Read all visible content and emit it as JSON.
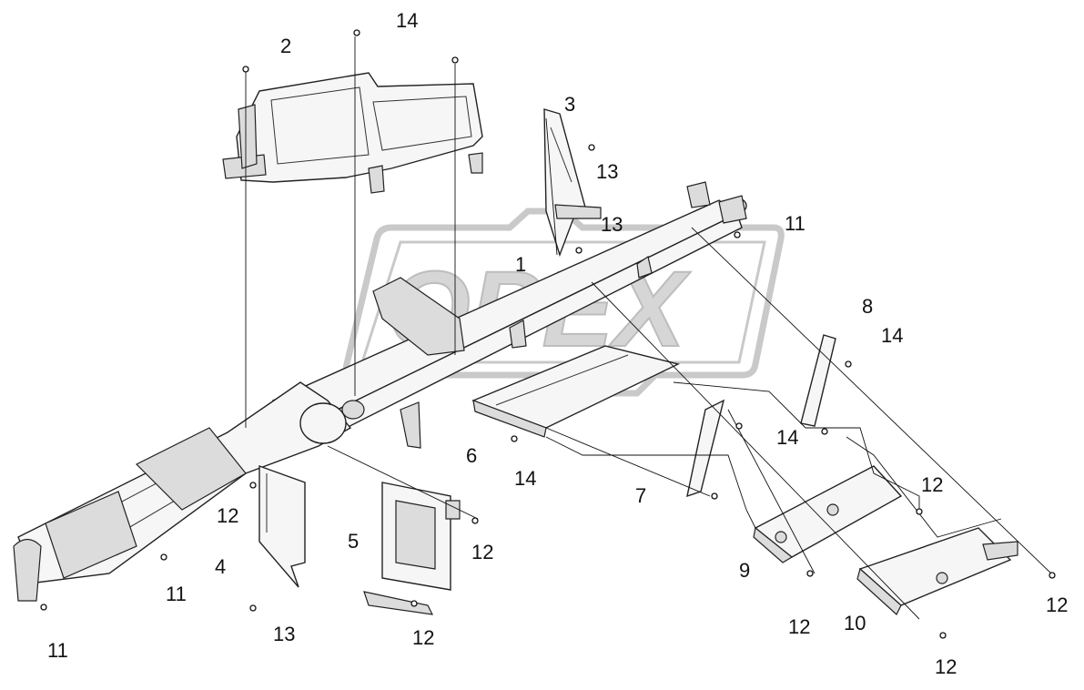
{
  "watermark": {
    "text": "OPEX"
  },
  "callouts": [
    {
      "id": "c1",
      "label": "1"
    },
    {
      "id": "c2",
      "label": "2"
    },
    {
      "id": "c3",
      "label": "3"
    },
    {
      "id": "c4",
      "label": "4"
    },
    {
      "id": "c5",
      "label": "5"
    },
    {
      "id": "c6",
      "label": "6"
    },
    {
      "id": "c7",
      "label": "7"
    },
    {
      "id": "c8",
      "label": "8"
    },
    {
      "id": "c9",
      "label": "9"
    },
    {
      "id": "c10",
      "label": "10"
    },
    {
      "id": "c11a",
      "label": "11"
    },
    {
      "id": "c11b",
      "label": "11"
    },
    {
      "id": "c11c",
      "label": "11"
    },
    {
      "id": "c12a",
      "label": "12"
    },
    {
      "id": "c12b",
      "label": "12"
    },
    {
      "id": "c12c",
      "label": "12"
    },
    {
      "id": "c12d",
      "label": "12"
    },
    {
      "id": "c12e",
      "label": "12"
    },
    {
      "id": "c12f",
      "label": "12"
    },
    {
      "id": "c12g",
      "label": "12"
    },
    {
      "id": "c13a",
      "label": "13"
    },
    {
      "id": "c13b",
      "label": "13"
    },
    {
      "id": "c13c",
      "label": "13"
    },
    {
      "id": "c14a",
      "label": "14"
    },
    {
      "id": "c14b",
      "label": "14"
    },
    {
      "id": "c14c",
      "label": "14"
    },
    {
      "id": "c14d",
      "label": "14"
    }
  ]
}
